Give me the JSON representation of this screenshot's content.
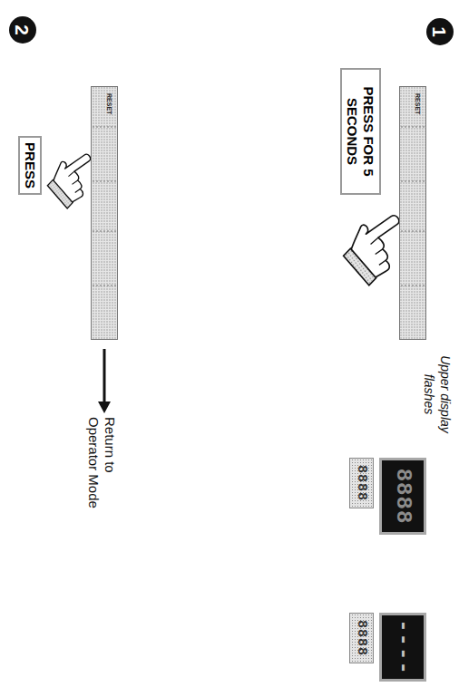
{
  "diagram": {
    "nodes": [
      {
        "text": [
          "1"
        ]
      },
      {
        "text": [
          "RESET"
        ]
      },
      {
        "text": [
          "PRESS FOR 5 SECONDS"
        ]
      },
      {
        "text": [
          "8888"
        ]
      },
      {
        "text": [
          "8888"
        ]
      },
      {
        "text": [
          "----"
        ]
      },
      {
        "text": [
          "8888"
        ]
      },
      {
        "text": [
          "2"
        ]
      },
      {
        "text": [
          "RESET"
        ]
      },
      {
        "text": [
          "PRESS"
        ]
      }
    ],
    "edges": [
      {
        "from": 1,
        "to": 3,
        "arrow": "to"
      },
      {
        "from": 3,
        "to": 5,
        "arrow": "to"
      }
    ],
    "labels": [
      "Upper display flashes",
      "Return to Operator Mode"
    ]
  }
}
